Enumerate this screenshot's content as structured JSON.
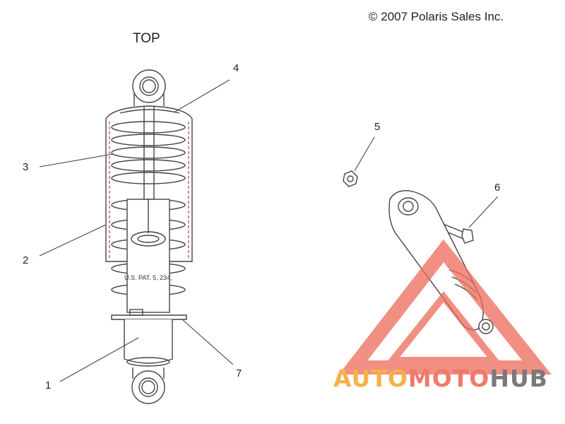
{
  "header": {
    "copyright": "© 2007 Polaris Sales Inc.",
    "orientation_label": "TOP"
  },
  "callouts": [
    "1",
    "2",
    "3",
    "4",
    "5",
    "6",
    "7"
  ],
  "parts": {
    "body_patent_text": "U.S. PAT. 5, 234,"
  },
  "watermark": {
    "part1": "AUTO",
    "part2": "MOTO",
    "part3": "HUB",
    "colors": {
      "auto": "#f5b24a",
      "moto": "#f07a6a",
      "hub": "#7a7a7a",
      "triangle": "#ee6a5a"
    }
  }
}
